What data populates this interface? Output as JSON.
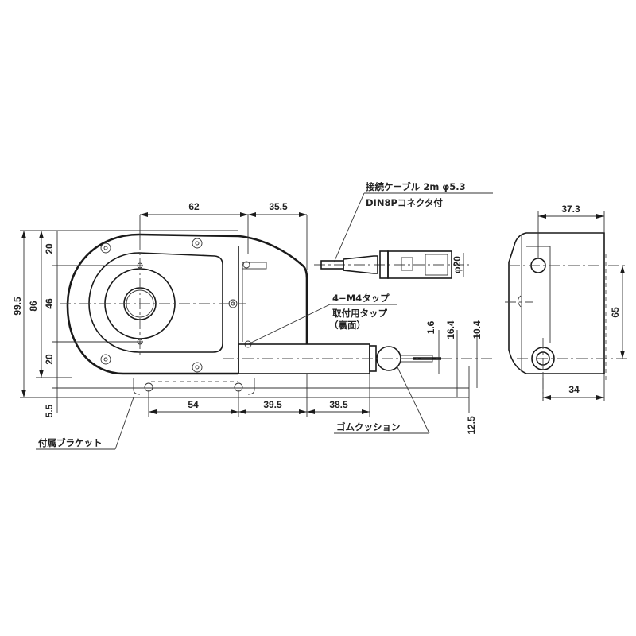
{
  "drawing": {
    "title": "Dimensional drawing - wire displacement sensor unit",
    "stroke_color": "#1a1a1a",
    "background": "#ffffff"
  },
  "front_view": {
    "horizontal_dims": {
      "top_left": "62",
      "top_right": "35.5",
      "bottom_1": "54",
      "bottom_2": "39.5",
      "bottom_3": "38.5"
    },
    "vertical_dims": {
      "overall_outer": "99.5",
      "overall_inner": "86",
      "top_segment": "20",
      "middle_segment": "46",
      "bottom_segment": "20",
      "bracket_offset": "5.5"
    },
    "probe_dims": {
      "d1": "1.6",
      "d2": "16.4",
      "d3": "10.4",
      "d4": "12.5"
    },
    "connector_diameter": "φ20"
  },
  "side_view": {
    "width_top": "37.3",
    "width_bottom": "34",
    "hole_pitch": "65"
  },
  "annotations": {
    "cable_line1": "接続ケーブル 2m φ5.3",
    "cable_line2": "DIN8Pコネクタ付",
    "tap_line1": "4−M4タップ",
    "tap_line2": "取付用タップ",
    "tap_line3": "（裏面）",
    "rubber_cushion": "ゴムクッション",
    "bracket": "付属ブラケット"
  }
}
